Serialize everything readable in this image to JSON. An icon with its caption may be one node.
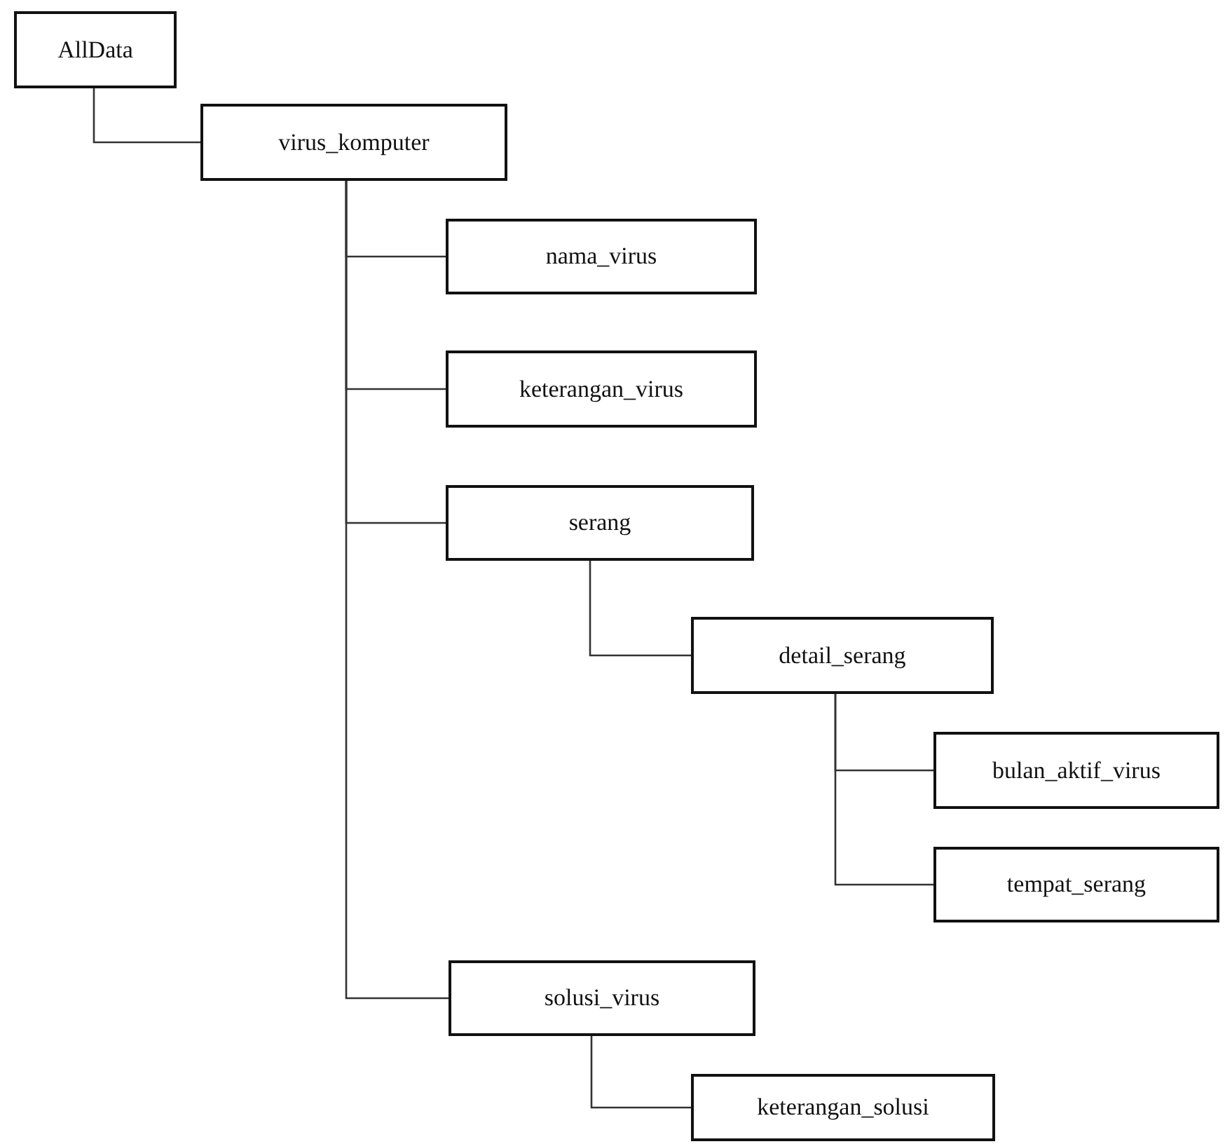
{
  "diagram": {
    "nodes": [
      {
        "text": [
          "AllData"
        ]
      },
      {
        "text": [
          "virus_komputer"
        ]
      },
      {
        "text": [
          "nama_virus"
        ]
      },
      {
        "text": [
          "keterangan_virus"
        ]
      },
      {
        "text": [
          "serang"
        ]
      },
      {
        "text": [
          "detail_serang"
        ]
      },
      {
        "text": [
          "bulan_aktif_virus"
        ]
      },
      {
        "text": [
          "tempat_serang"
        ]
      },
      {
        "text": [
          "solusi_virus"
        ]
      },
      {
        "text": [
          "keterangan_solusi"
        ]
      }
    ],
    "edges": [
      {
        "from": 0,
        "to": 1,
        "arrow": "none"
      },
      {
        "from": 1,
        "to": 2,
        "arrow": "none"
      },
      {
        "from": 1,
        "to": 3,
        "arrow": "none"
      },
      {
        "from": 1,
        "to": 4,
        "arrow": "none"
      },
      {
        "from": 4,
        "to": 5,
        "arrow": "none"
      },
      {
        "from": 5,
        "to": 6,
        "arrow": "none"
      },
      {
        "from": 5,
        "to": 7,
        "arrow": "none"
      },
      {
        "from": 1,
        "to": 8,
        "arrow": "none"
      },
      {
        "from": 8,
        "to": 9,
        "arrow": "none"
      }
    ]
  }
}
